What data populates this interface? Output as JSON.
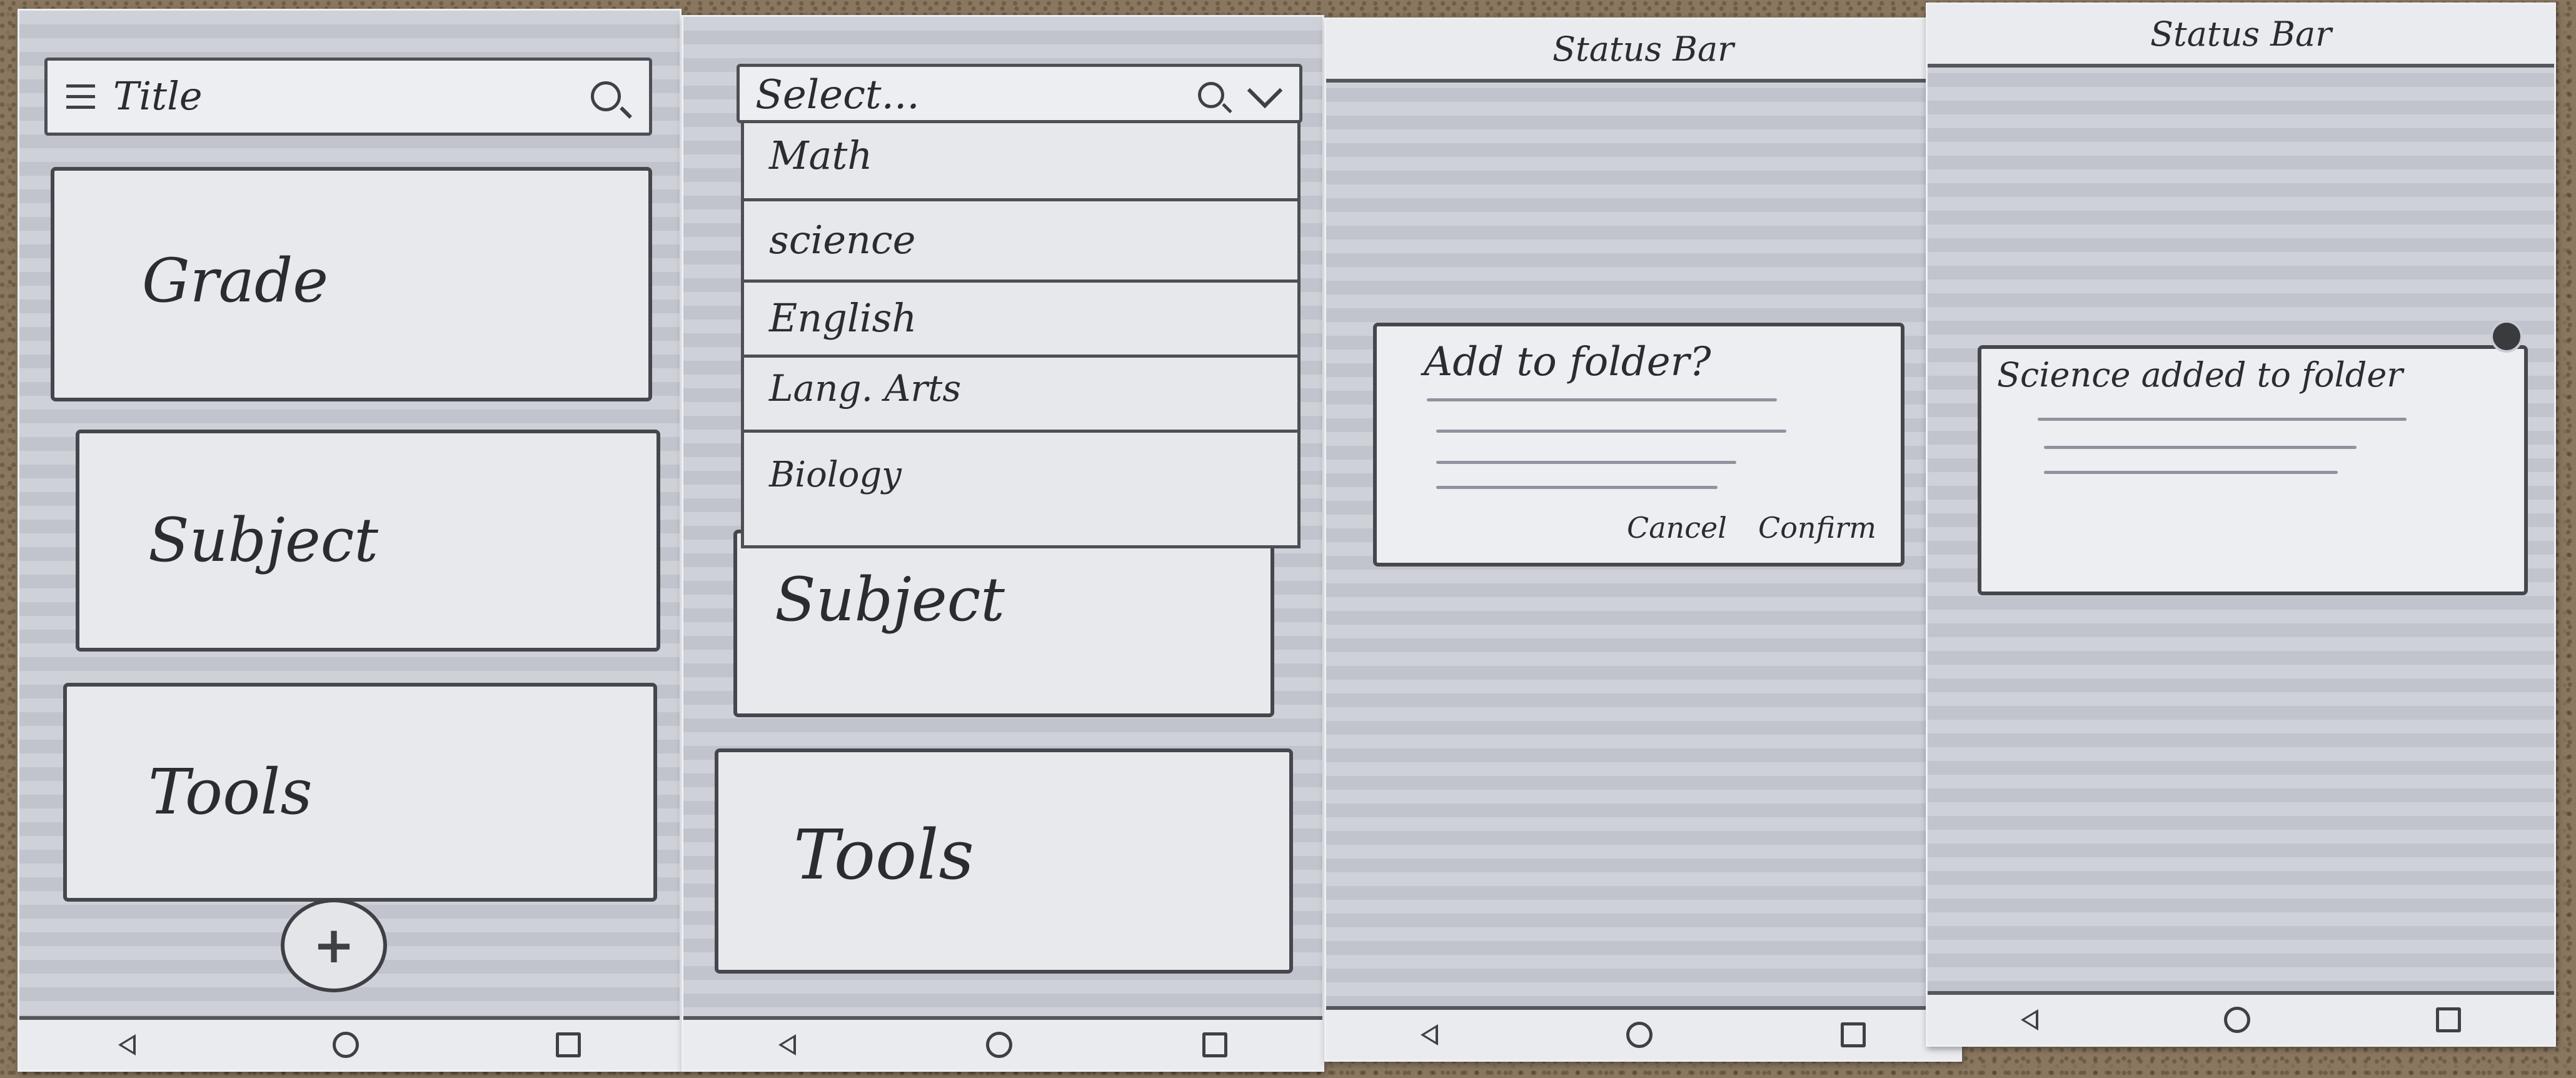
{
  "screen1": {
    "title": "Title",
    "cards": [
      "Grade",
      "Subject",
      "Tools"
    ],
    "fab_label": "+"
  },
  "screen2": {
    "select_placeholder": "Select...",
    "dropdown_options": [
      "Math",
      "science",
      "English",
      "Lang. Arts",
      "Biology"
    ],
    "cards": [
      "Subject",
      "Tools"
    ]
  },
  "screen3": {
    "status_bar": "Status Bar",
    "dialog_title": "Add to folder?",
    "cancel_label": "Cancel",
    "confirm_label": "Confirm"
  },
  "screen4": {
    "status_bar": "Status Bar",
    "toast_message": "Science added to folder"
  },
  "icons": {
    "menu": "hamburger-menu-icon",
    "search": "search-icon",
    "dropdown": "chevron-down-icon",
    "back": "back-triangle-icon",
    "home": "home-circle-icon",
    "recents": "recents-square-icon",
    "close": "close-dot-icon"
  },
  "colors": {
    "paper": "#c9ccd4",
    "ink": "#2b2c30",
    "background": "#8a7760"
  }
}
